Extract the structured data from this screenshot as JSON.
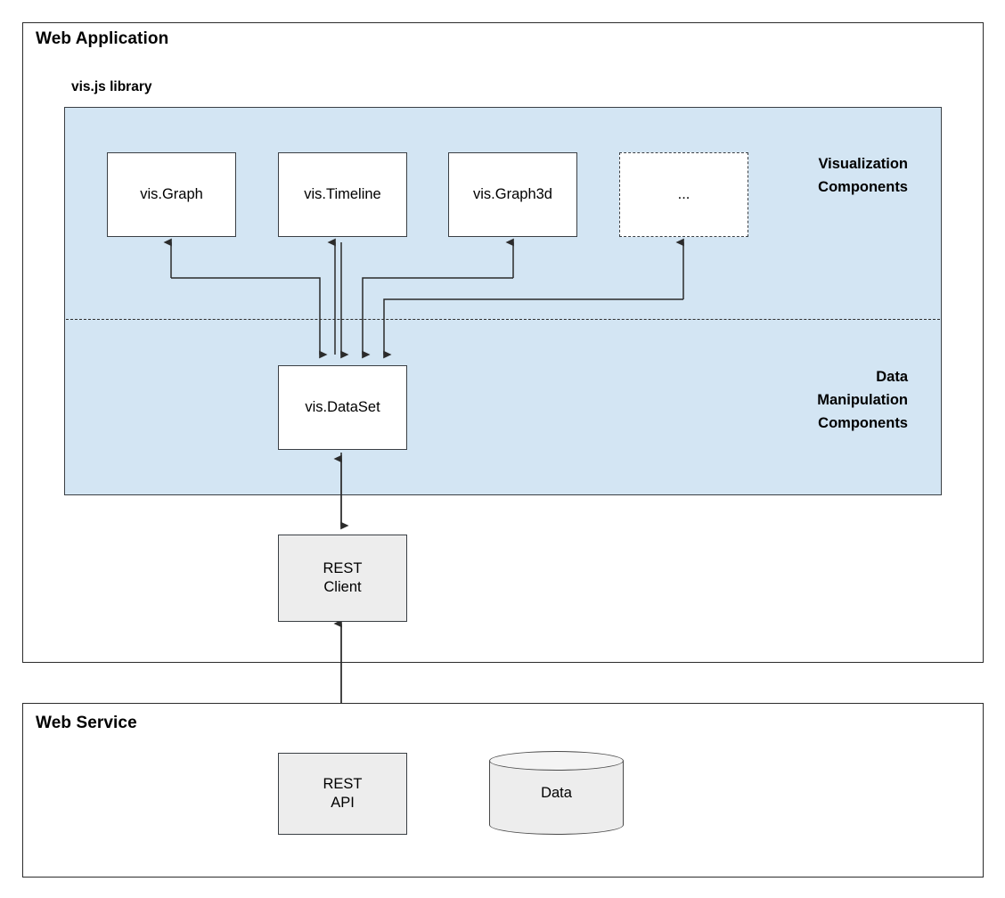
{
  "diagram": {
    "containers": [
      {
        "title": "Web Application"
      },
      {
        "title": "Web Service"
      }
    ],
    "library_panel": {
      "label": "vis.js library",
      "fill_color": "#d3e5f3",
      "section_labels": {
        "visualization": "Visualization\nComponents",
        "data_manipulation": "Data\nManipulation\nComponents"
      }
    },
    "visualization_components": [
      {
        "label": "vis.Graph",
        "style": "solid"
      },
      {
        "label": "vis.Timeline",
        "style": "solid"
      },
      {
        "label": "vis.Graph3d",
        "style": "solid"
      },
      {
        "label": "...",
        "style": "dashed"
      }
    ],
    "data_components": [
      {
        "label": "vis.DataSet",
        "style": "solid"
      }
    ],
    "client_components": [
      {
        "label": "REST\nClient",
        "style": "grey"
      }
    ],
    "service_components": [
      {
        "label": "REST\nAPI",
        "style": "grey"
      },
      {
        "label": "Data",
        "style": "cylinder"
      }
    ],
    "colors": {
      "panel_fill": "#d3e5f3",
      "node_fill": "#ffffff",
      "grey_fill": "#ededed",
      "stroke": "#3a3f44"
    }
  }
}
